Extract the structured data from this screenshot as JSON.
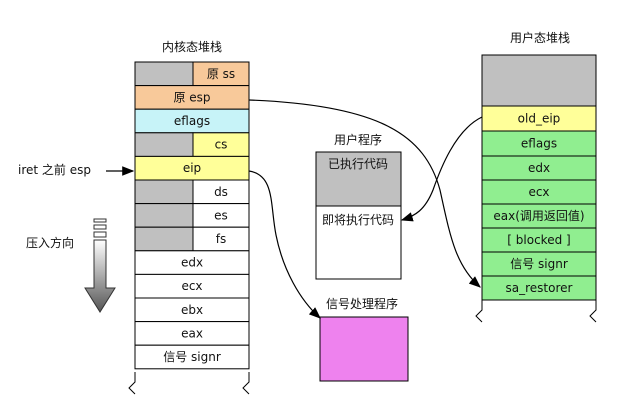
{
  "titles": {
    "kernel_stack": "内核态堆栈",
    "user_stack": "用户态堆栈",
    "user_program": "用户程序",
    "signal_handler": "信号处理程序"
  },
  "annotations": {
    "iret_pointer": "iret 之前 esp",
    "push_direction": "压入方向"
  },
  "kernel_stack": {
    "cells": [
      {
        "label": "原 ss",
        "color": "#f8c99a",
        "split": true
      },
      {
        "label": "原 esp",
        "color": "#f8c99a",
        "split": false
      },
      {
        "label": "eflags",
        "color": "#c7f3f8",
        "split": false
      },
      {
        "label": "cs",
        "color": "#ffff99",
        "split": true
      },
      {
        "label": "eip",
        "color": "#ffff99",
        "split": false
      },
      {
        "label": "ds",
        "color": "#ffffff",
        "split": true
      },
      {
        "label": "es",
        "color": "#ffffff",
        "split": true
      },
      {
        "label": "fs",
        "color": "#ffffff",
        "split": true
      },
      {
        "label": "edx",
        "color": "#ffffff",
        "split": false
      },
      {
        "label": "ecx",
        "color": "#ffffff",
        "split": false
      },
      {
        "label": "ebx",
        "color": "#ffffff",
        "split": false
      },
      {
        "label": "eax",
        "color": "#ffffff",
        "split": false
      },
      {
        "label": "信号 signr",
        "color": "#ffffff",
        "split": false
      }
    ]
  },
  "user_stack": {
    "cells": [
      {
        "label": "",
        "color": "#c0c0c0"
      },
      {
        "label": "old_eip",
        "color": "#ffff99"
      },
      {
        "label": "eflags",
        "color": "#90ee90"
      },
      {
        "label": "edx",
        "color": "#90ee90"
      },
      {
        "label": "ecx",
        "color": "#90ee90"
      },
      {
        "label": "eax(调用返回值)",
        "color": "#90ee90"
      },
      {
        "label": "[ blocked ]",
        "color": "#90ee90"
      },
      {
        "label": "信号 signr",
        "color": "#90ee90"
      },
      {
        "label": "sa_restorer",
        "color": "#90ee90"
      }
    ]
  },
  "user_program": {
    "executed": "已执行代码",
    "to_execute": "即将执行代码",
    "executed_color": "#c0c0c0"
  },
  "signal_handler": {
    "color": "#ee82ee"
  },
  "colors": {
    "split_left": "#c0c0c0",
    "line": "#000000"
  }
}
